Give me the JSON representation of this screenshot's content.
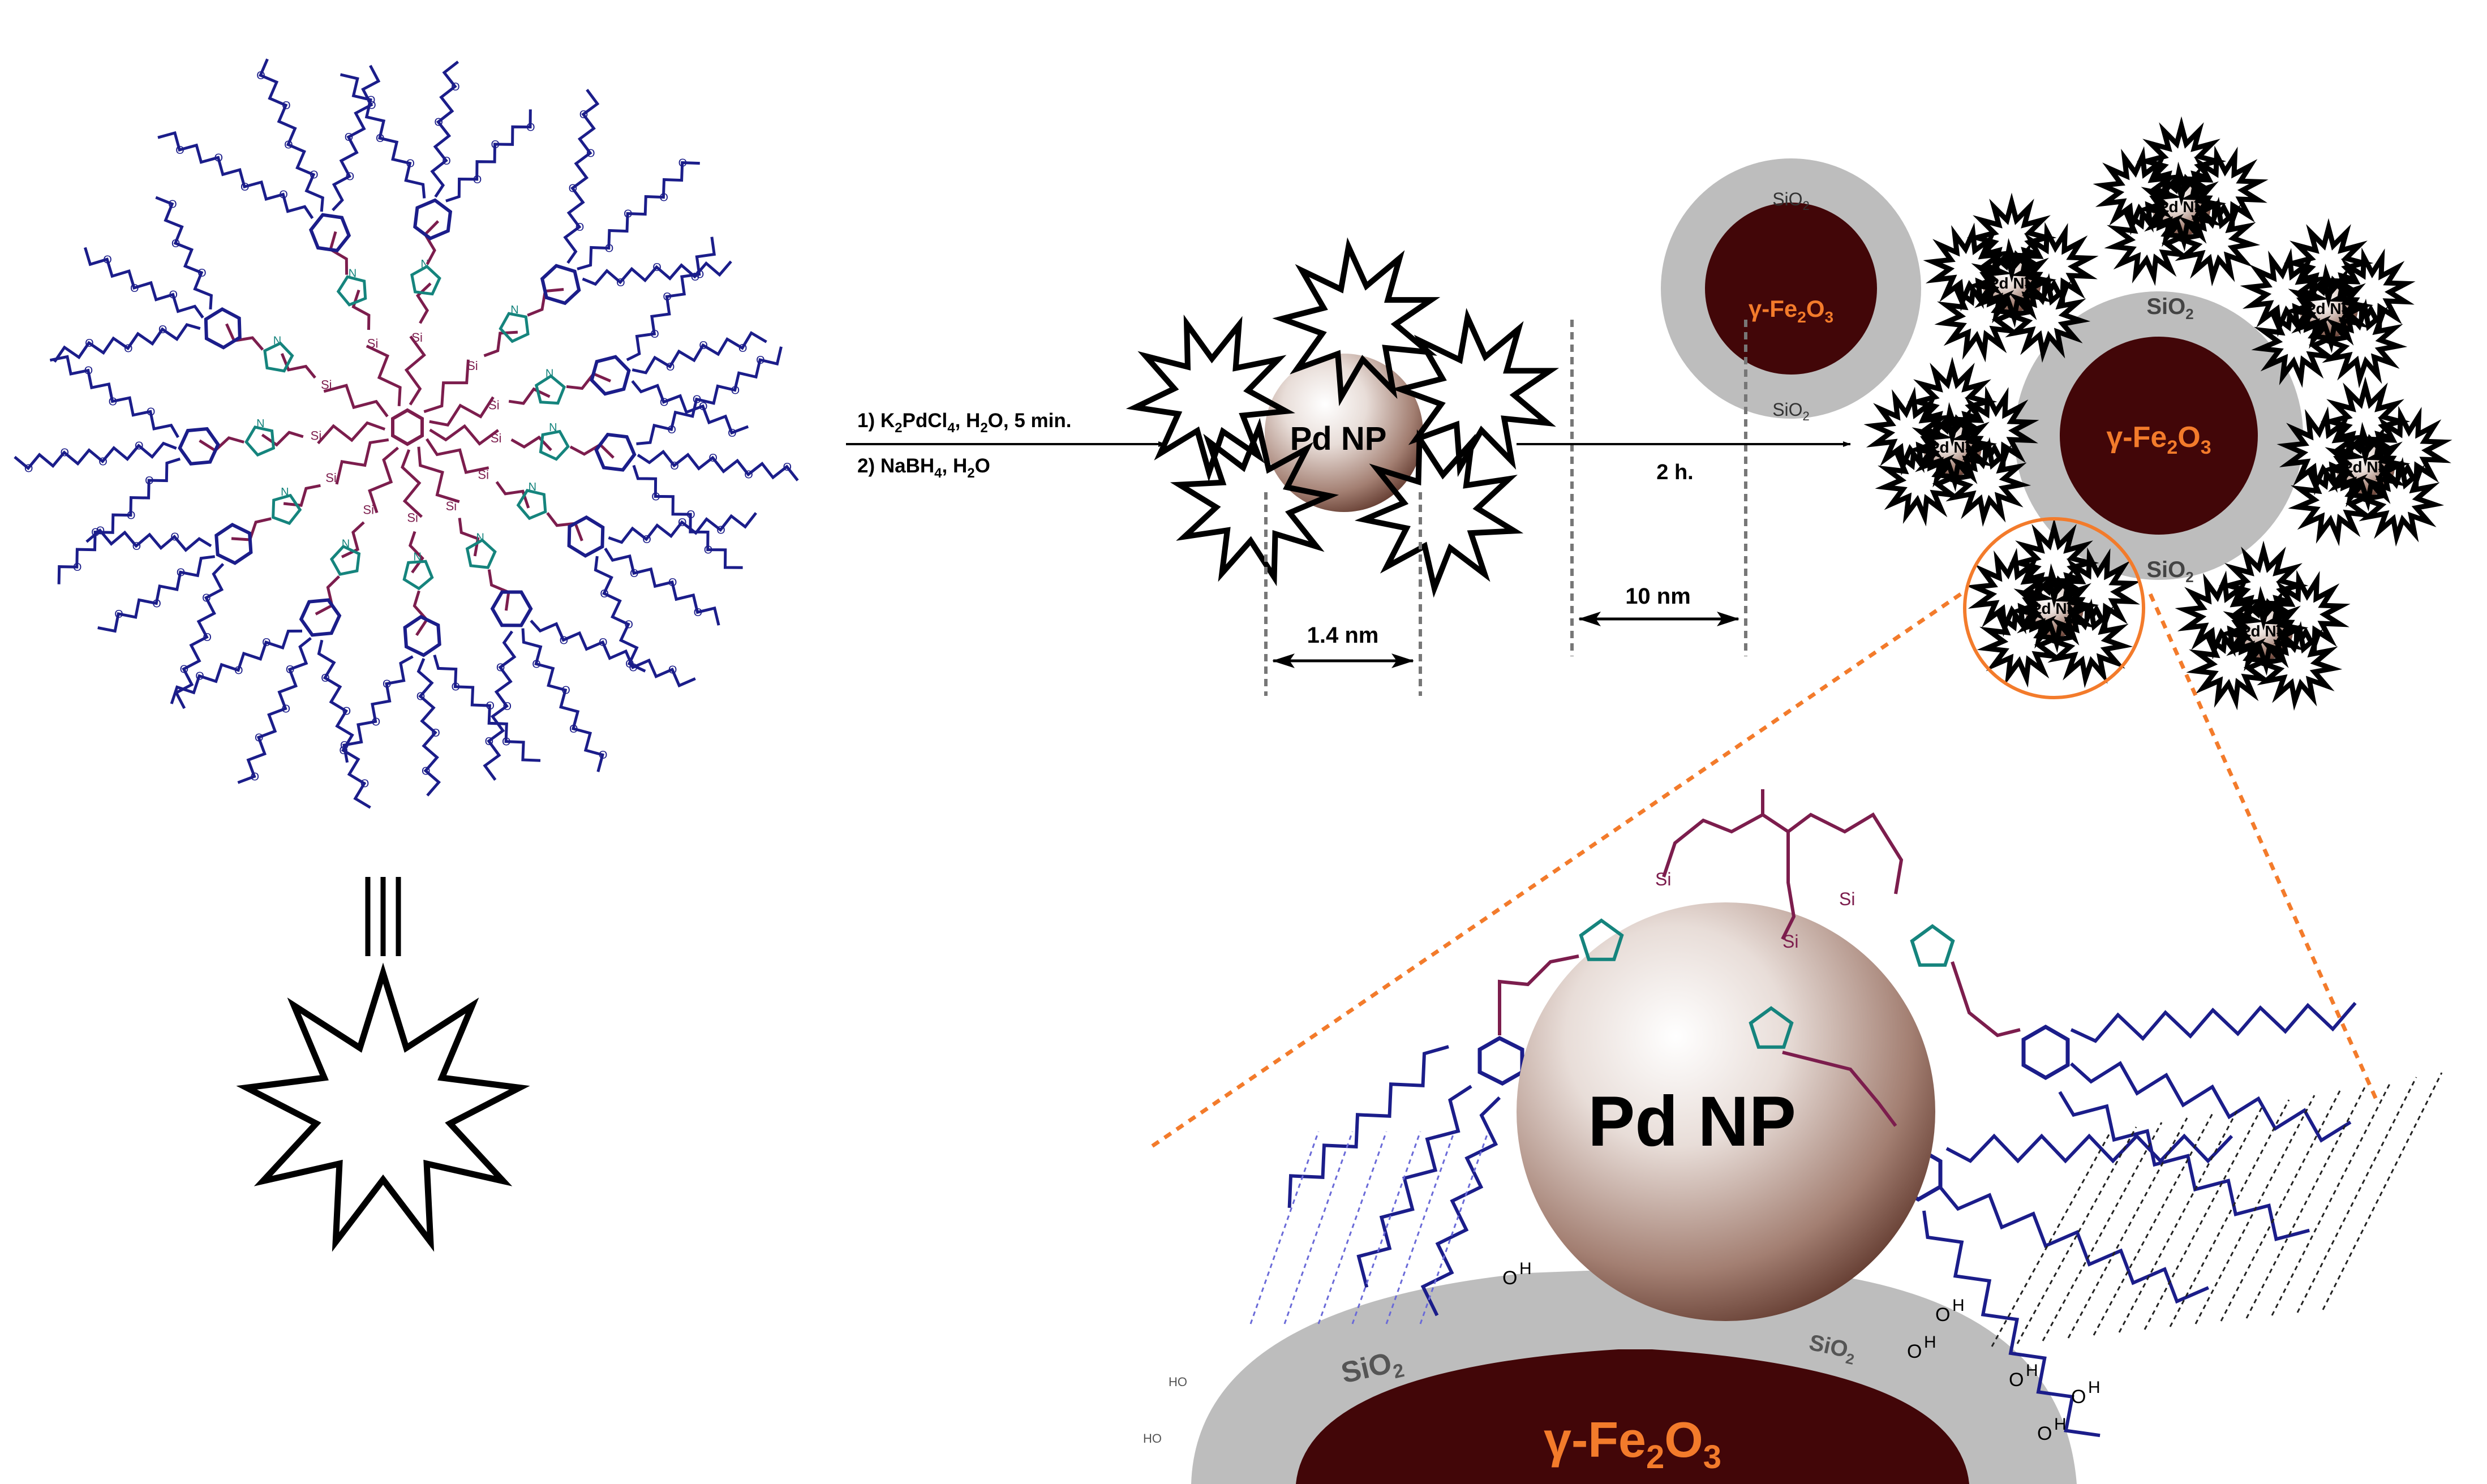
{
  "colors": {
    "dendron_blue": "#1b1d8a",
    "linker_maroon": "#7c1d4d",
    "triazole_teal": "#15847d",
    "silica_gray": "#bdbdbd",
    "iron_oxide": "#420608",
    "accent_orange": "#f37b2b",
    "pd_brown": "#7a5044"
  },
  "icons": [
    "nanoparticle-star-icon",
    "equivalence-icon"
  ],
  "dendrimer": {
    "si_label": "Si",
    "n_label": "N",
    "o_label": "O"
  },
  "equivalence_symbol": "|||",
  "step1": {
    "condition_line1_prefix": "1) K",
    "condition_line1_sub": "2",
    "condition_line1_mid": "PdCl",
    "condition_line1_sub2": "4",
    "condition_line1_mid2": ", H",
    "condition_line1_sub3": "2",
    "condition_line1_suffix": "O, 5 min.",
    "condition_line2_prefix": "2) NaBH",
    "condition_line2_sub": "4",
    "condition_line2_mid": ", H",
    "condition_line2_sub2": "2",
    "condition_line2_suffix": "O"
  },
  "pd_particle": {
    "label": "Pd NP",
    "size_label": "1.4 nm"
  },
  "core_shell": {
    "shell_label": "SiO",
    "shell_sub": "2",
    "core_label_prefix": "γ-Fe",
    "core_sub1": "2",
    "core_mid": "O",
    "core_sub2": "3",
    "size_label": "10 nm"
  },
  "step2": {
    "condition": "2 h."
  },
  "product": {
    "pd_label": "Pd NP",
    "shell_label": "SiO",
    "shell_sub": "2",
    "core_label_prefix": "γ-Fe",
    "core_sub1": "2",
    "core_mid": "O",
    "core_sub2": "3"
  },
  "zoom": {
    "pd_label": "Pd NP",
    "si_label": "Si",
    "shell_label": "SiO",
    "shell_sub": "2",
    "core_label_prefix": "γ-Fe",
    "core_sub1": "2",
    "core_mid": "O",
    "core_sub2": "3",
    "o_label": "O",
    "h_label": "H",
    "ho_label": "HO"
  }
}
